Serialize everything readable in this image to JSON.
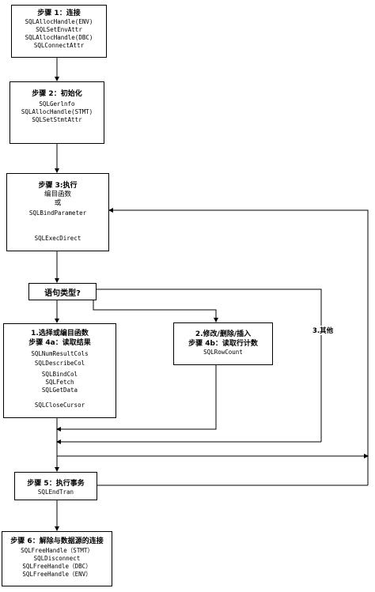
{
  "step1": {
    "title": "步骤 1：连接",
    "calls": [
      "SQLAllocHandle(ENV)",
      "SQLSetEnvAttr",
      "SQLAllocHandle(DBC)",
      "SQLConnectAttr"
    ]
  },
  "step2": {
    "title": "步骤 2：初始化",
    "calls": [
      "SQLGerlnfo",
      "SQLAllocHandle(STMT)",
      "SQLSetStmtAttr"
    ]
  },
  "step3": {
    "title": "步骤 3:执行",
    "line1": "编目函数",
    "line2": "或",
    "bind": "SQLBindParameter",
    "exec": "SQLExecDirect"
  },
  "decision": {
    "label": "语句类型?"
  },
  "branch1": {
    "title1": "1.选择或编目函数",
    "title2": "步骤 4a：读取结果",
    "calls": [
      "SQLNumResultCols",
      "SQLDescribeCol",
      "SQLBindCol",
      "SQLFetch",
      "SQLGetData"
    ],
    "close": "SQLCloseCursor"
  },
  "branch2": {
    "title1": "2.修改/删除/插入",
    "title2": "步骤 4b：读取行计数",
    "call": "SQLRowCount"
  },
  "branch3": {
    "label": "3.其他"
  },
  "step5": {
    "title": "步骤 5：执行事务",
    "call": "SQLEndTran"
  },
  "step6": {
    "title": "步骤 6：解除与数据源的连接",
    "calls": [
      "SQLFreeHandle（STMT）",
      "SQLDisconnect",
      "SQLFreeHandle（DBC）",
      "SQLFreeHandle（ENV）"
    ]
  }
}
